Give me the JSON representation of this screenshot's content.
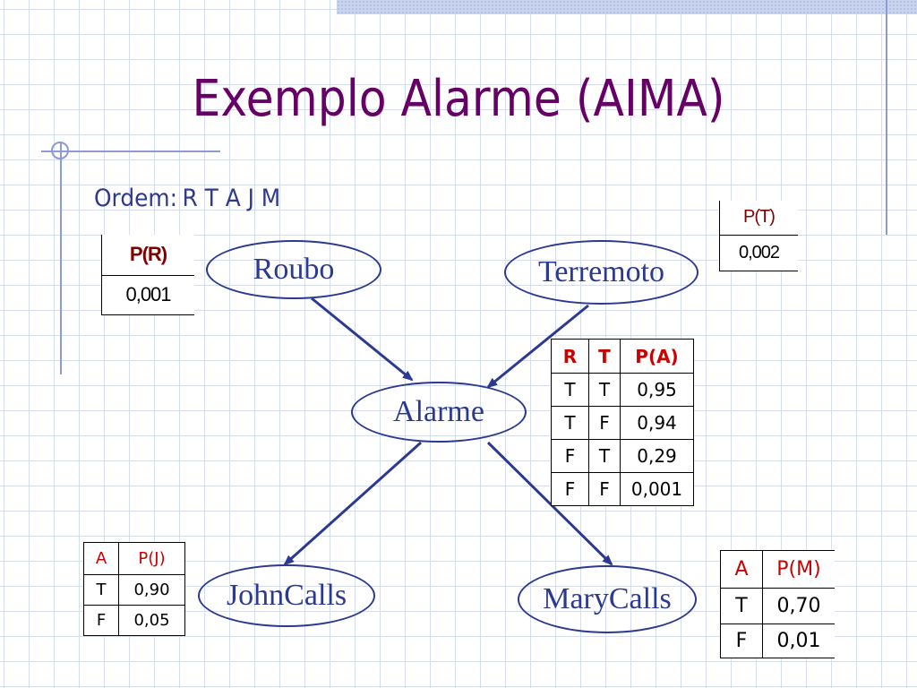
{
  "title": "Exemplo Alarme (AIMA)",
  "ordem": {
    "label": "Ordem:",
    "sequence": "R T A J M"
  },
  "nodes": {
    "roubo": "Roubo",
    "terremoto": "Terremoto",
    "alarme": "Alarme",
    "johncalls": "JohnCalls",
    "marycalls": "MaryCalls"
  },
  "edges": [
    {
      "from": "Roubo",
      "to": "Alarme"
    },
    {
      "from": "Terremoto",
      "to": "Alarme"
    },
    {
      "from": "Alarme",
      "to": "JohnCalls"
    },
    {
      "from": "Alarme",
      "to": "MaryCalls"
    }
  ],
  "tables": {
    "pr": {
      "header": "P(R)",
      "value": "0,001"
    },
    "pt": {
      "header": "P(T)",
      "value": "0,002"
    },
    "pa": {
      "headers": [
        "R",
        "T",
        "P(A)"
      ],
      "rows": [
        [
          "T",
          "T",
          "0,95"
        ],
        [
          "T",
          "F",
          "0,94"
        ],
        [
          "F",
          "T",
          "0,29"
        ],
        [
          "F",
          "F",
          "0,001"
        ]
      ]
    },
    "pj": {
      "headers": [
        "A",
        "P(J)"
      ],
      "rows": [
        [
          "T",
          "0,90"
        ],
        [
          "F",
          "0,05"
        ]
      ]
    },
    "pm": {
      "headers": [
        "A",
        "P(M)"
      ],
      "rows": [
        [
          "T",
          "0,70"
        ],
        [
          "F",
          "0,01"
        ]
      ]
    }
  },
  "colors": {
    "title": "#660066",
    "text": "#2e3a8c",
    "node": "#2b3990",
    "table_header_red": "#cc0000",
    "table_header_darkred": "#800000"
  }
}
